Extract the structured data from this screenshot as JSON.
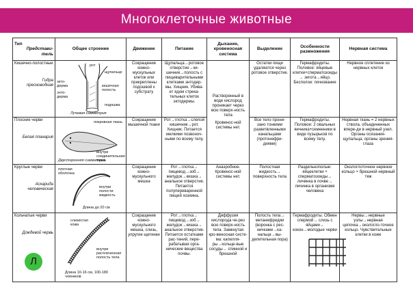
{
  "title": "Многоклеточные животные",
  "badge": "Л",
  "headers": {
    "type_label": "Тип",
    "rep_label": "Представи-\nтель",
    "structure": "Общее строение",
    "movement": "Движение",
    "nutrition": "Питание",
    "respiration": "Дыхание, кровеносная система",
    "excretion": "Выделение",
    "reproduction": "Особенности размножения",
    "nervous": "Нервная система"
  },
  "rows": [
    {
      "type": "Кишечно-полостные",
      "rep": "Гидра пресноводная",
      "struct_labels": [
        "рот",
        "щупальце",
        "экто-дерма",
        "энто-дерма",
        "кишечная полость",
        "подошва"
      ],
      "struct_caption": "Лучевая симметрия",
      "movement": "Сокращение кожно-мускульных клеток или прикреплены подошвой к субстрату",
      "nutrition": "Щупальца→ротовое отверстие→ки-шечник→полость с пищеварительными клетками энтодер-мы. Хищник. Убива-ет ядом стрека-тельных клеток эктодермы.",
      "respiration": "Растворенный в воде кислород проникает через всю поверх-ность тела",
      "excretion": "Остатки пищи удаляются через ротовое отверстие.",
      "reproduction": "Гермафродиты. Половое: яйцевые клетки+сперматозоиды → зигота→яйцо. Бесполое: почкование",
      "nervous": "Нервное сплетение из нервных клеток"
    },
    {
      "type": "Плоские черви",
      "rep": "Белая планария",
      "struct_labels": [
        "покровная ткань",
        "внутри соединительная ткань"
      ],
      "struct_caption": "Двусторонняя симметрия",
      "movement": "Сокращение мышечной ткани",
      "nutrition": "Рот→глотка→слепой кишечник→рот. Хищник. Питается мелкими позвоноч-ными по всему телу.",
      "respiration": "Кровенос-ной системы нет.",
      "excretion": "Все тело прони-зано тонкими разветвленными канальцами (протонефри-диями)",
      "reproduction": "Гермафродиты. Половое: 2 овальных яичника+семенники в виде пузырьков по всему телу.",
      "nervous": "Нервная ткань = 2 нервных ствола, объединенных впере-ди в нервный узел. Органы осязания-щупальца, органы зрения-глаза"
    },
    {
      "type": "Круглые черви",
      "rep": "Аскарида человеческая",
      "struct_labels": [
        "плотная оболочка",
        "внутри полости жидкость"
      ],
      "struct_caption": "Длина до 20 см",
      "movement": "Сокращение кожно-мускульного мешка",
      "nutrition": "Рот→глотка→ пищевод→зоб→ желудок→кишка→ анальное отверстие. Питается полупереваренной пищей хозяина.",
      "respiration": "Анаэробное. Кровенос-ной системы нет.",
      "excretion": "Полостная жидкость→ поверхность тела",
      "reproduction": "Раздельнополые: яйцеклетки + сперматозоиды→ личинка в почве→ личинка в организме человека",
      "nervous": "Окологлоточное нервное кольцо + брюшной нервный тяж"
    },
    {
      "type": "Кольчатые черви",
      "rep": "Дождевой червь",
      "struct_labels": [
        "слизистая кожа",
        "внутри расчлененная полость тела"
      ],
      "struct_caption": "Длина 10-16 см, 100-180 члеников",
      "movement": "Сокращение кожно-мускульного мешка, слизь, упругие щетинки",
      "nutrition": "Рот→глотка→ пищевод→зоб→ желудок→кишка→ анальное отверстие. Питается остатками рас-тений, пере-рабатывая орга-нические вещества почвы.",
      "respiration": "Диффузия кислорода че-рез всю поверх-ность тела. Замкнутая кро-веносная систе-ма: капилля-ры→кольце-вые сосуды→ спинной и брюшной",
      "excretion": "Полость тела→ метанефридии (воронка с рес-ничками→ка-нальце→вы-делительная пора)",
      "reproduction": "Гермафродиты. Обмен спермой→ слизь с яйцами→ кокон→молодые черви",
      "nervous": "Нервы→нервные узлы→нервная цепочка→окологло-точное кольцо. Чувствительные клетки в коже"
    }
  ]
}
